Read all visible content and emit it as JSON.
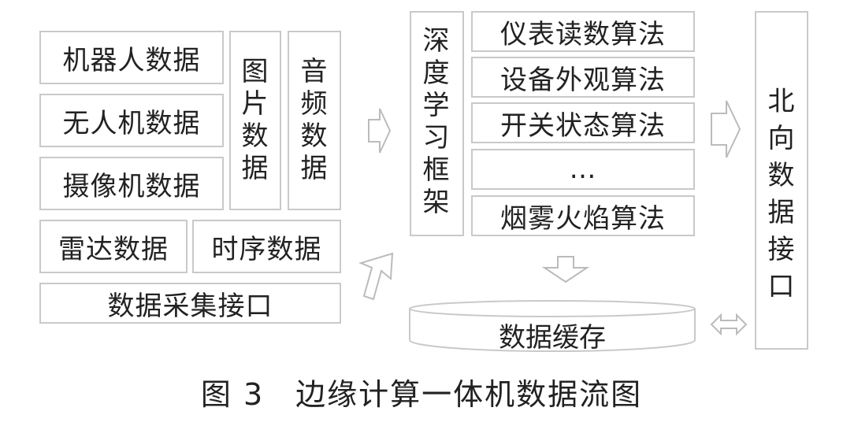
{
  "sources": {
    "robot": "机器人数据",
    "drone": "无人机数据",
    "camera": "摄像机数据",
    "radar": "雷达数据",
    "timeseries": "时序数据",
    "image": [
      "图",
      "片",
      "数",
      "据"
    ],
    "audio": [
      "音",
      "频",
      "数",
      "据"
    ],
    "collect_interface": "数据采集接口"
  },
  "framework": {
    "label": [
      "深",
      "度",
      "学",
      "习",
      "框",
      "架"
    ],
    "algorithms": [
      "仪表读数算法",
      "设备外观算法",
      "开关状态算法",
      "…",
      "烟雾火焰算法"
    ]
  },
  "cache": "数据缓存",
  "north_interface": [
    "北",
    "向",
    "数",
    "据",
    "接",
    "口"
  ],
  "caption": "图 3　边缘计算一体机数据流图"
}
